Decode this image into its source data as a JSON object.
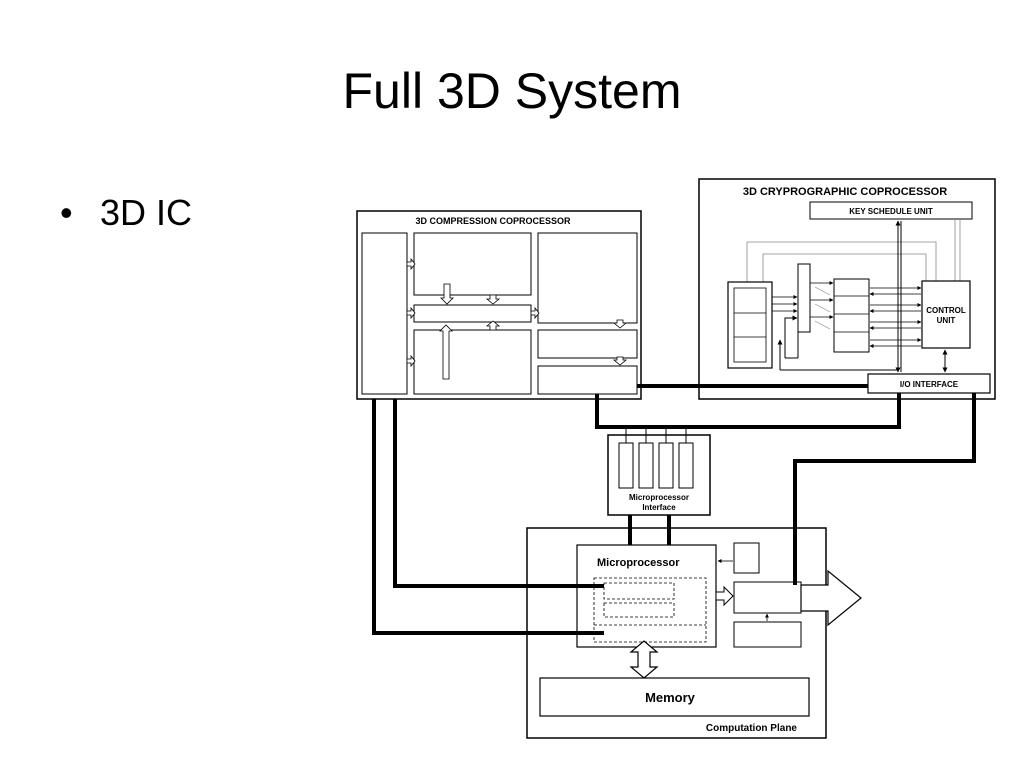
{
  "slide": {
    "title": "Full 3D System",
    "bullet_symbol": "•",
    "bullet_text": "3D IC"
  },
  "diagram": {
    "compression": {
      "title": "3D  COMPRESSION COPROCESSOR"
    },
    "crypto": {
      "title": "3D CRYPROGRAPHIC COPROCESSOR",
      "key_schedule": "KEY SCHEDULE UNIT",
      "control_unit_line1": "CONTROL",
      "control_unit_line2": "UNIT",
      "io_interface": "I/O INTERFACE"
    },
    "micro_interface": {
      "line1": "Microprocessor",
      "line2": "Interface"
    },
    "computation": {
      "microprocessor": "Microprocessor",
      "memory": "Memory",
      "plane_label": "Computation Plane"
    }
  }
}
